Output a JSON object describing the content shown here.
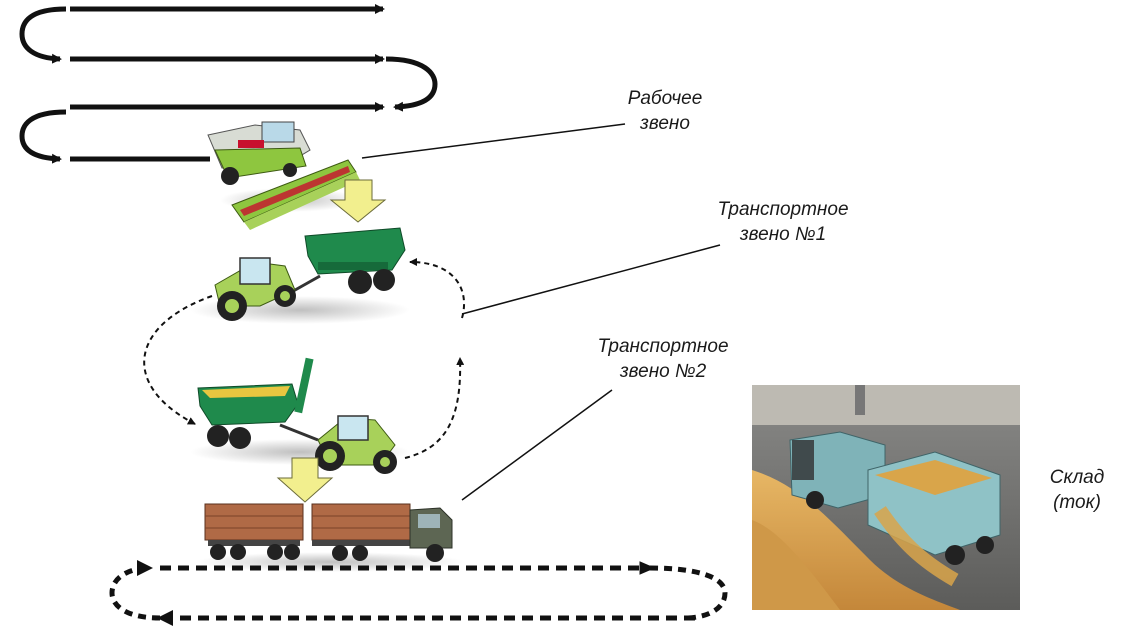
{
  "labels": {
    "working_unit": {
      "line1": "Рабочее",
      "line2": "звено"
    },
    "transport_unit_1": {
      "line1": "Транспортное",
      "line2": "звено №1"
    },
    "transport_unit_2": {
      "line1": "Транспортное",
      "line2": "звено №2"
    },
    "storage": {
      "line1": "Склад",
      "line2": "(ток)"
    }
  },
  "colors": {
    "arrow_yellow": "#f2ef8e",
    "combine_green": "#8ec63f",
    "grain_cart_green": "#1f8a4c",
    "truck_body_brown": "#b06a46",
    "storage_truck_blue": "#7fb3b8",
    "grain_gold": "#d9a54a"
  }
}
